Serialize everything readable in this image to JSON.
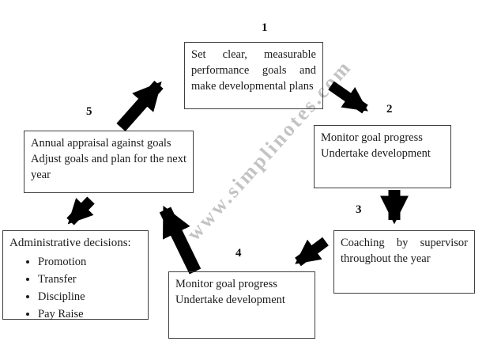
{
  "watermark": {
    "text": "www.simplinotes.com"
  },
  "steps": [
    {
      "number": "1",
      "text": "Set clear, measurable performance goals and make developmental plans"
    },
    {
      "number": "2",
      "lines": [
        "Monitor goal progress",
        "Undertake development"
      ]
    },
    {
      "number": "3",
      "text": "Coaching by supervisor throughout the year"
    },
    {
      "number": "4",
      "lines": [
        "Monitor goal progress",
        "Undertake development"
      ]
    },
    {
      "number": "5",
      "lines": [
        "Annual appraisal against goals",
        "Adjust goals and plan for the next year"
      ]
    }
  ],
  "admin": {
    "title": "Administrative decisions:",
    "items": [
      "Promotion",
      "Transfer",
      "Discipline",
      "Pay Raise"
    ]
  },
  "arrows": [
    {
      "name": "arrow-5-to-1",
      "direction": "up-right"
    },
    {
      "name": "arrow-1-to-2",
      "direction": "down-right"
    },
    {
      "name": "arrow-2-to-3",
      "direction": "down"
    },
    {
      "name": "arrow-3-to-4",
      "direction": "down-left"
    },
    {
      "name": "arrow-4-to-5",
      "direction": "up-left"
    },
    {
      "name": "arrow-5-to-admin",
      "direction": "down-left"
    }
  ],
  "colors": {
    "arrow": "#000000",
    "border": "#3f3f3f",
    "watermark": "#afafaf"
  }
}
